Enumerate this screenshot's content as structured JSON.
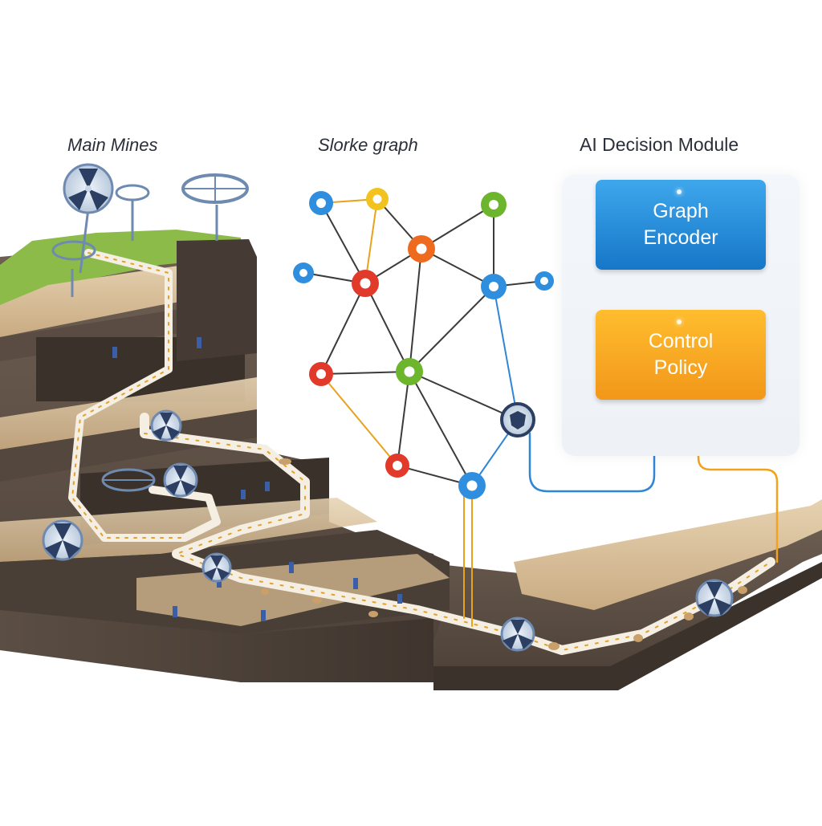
{
  "labels": {
    "main_mines": "Main Mines",
    "graph": "Slorke graph",
    "ai_module": "AI Decision Module"
  },
  "ai_module": {
    "encoder_line1": "Graph",
    "encoder_line2": "Encoder",
    "policy_line1": "Control",
    "policy_line2": "Policy"
  },
  "colors": {
    "node_blue": "#2f8fde",
    "node_red": "#e23a2a",
    "node_green": "#6cb52c",
    "node_yellow": "#f2c31d",
    "node_orange": "#ee6a1e",
    "edge_dark": "#3b3b3b",
    "edge_orange": "#e8a21c",
    "edge_blue": "#2f86d6",
    "rock_dark": "#5e5046",
    "ground_sand": "#d9c2a0"
  },
  "icons": [
    "ventilation-fan-icon",
    "wind-turbine-icon",
    "shield-icon"
  ]
}
